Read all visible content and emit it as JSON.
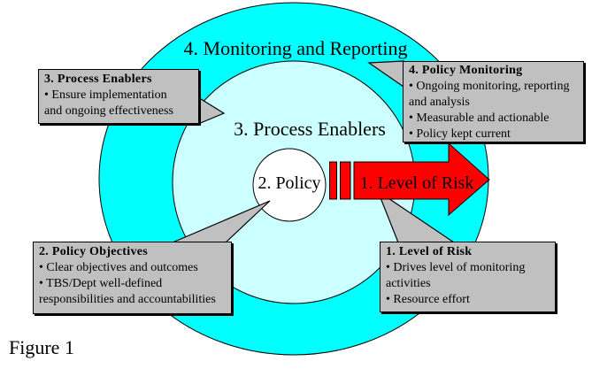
{
  "colors": {
    "outer_ring": "#00ffff",
    "inner_circle": "#ccffff",
    "callout_fill": "#c0c0c0",
    "arrow_red": "#ff0000",
    "outline": "#000000"
  },
  "diagram": {
    "outer_ring_label": "4. Monitoring and Reporting",
    "middle_ring_label": "3. Process Enablers",
    "center_circle_label": "2. Policy",
    "arrow_label": "1. Level of Risk"
  },
  "callouts": {
    "process_enablers": {
      "title": "3. Process Enablers",
      "bullets": [
        "• Ensure implementation\nand ongoing effectiveness"
      ]
    },
    "policy_monitoring": {
      "title": "4. Policy Monitoring",
      "bullets": [
        "• Ongoing monitoring, reporting\nand analysis",
        "• Measurable and actionable",
        "• Policy kept current"
      ]
    },
    "policy_objectives": {
      "title": "2. Policy Objectives",
      "bullets": [
        "• Clear objectives and outcomes",
        "• TBS/Dept well-defined\nresponsibilities and accountabilities"
      ]
    },
    "level_of_risk": {
      "title": "1. Level of Risk",
      "bullets": [
        "• Drives level of monitoring\nactivities",
        "• Resource effort"
      ]
    }
  },
  "caption": "Figure 1"
}
